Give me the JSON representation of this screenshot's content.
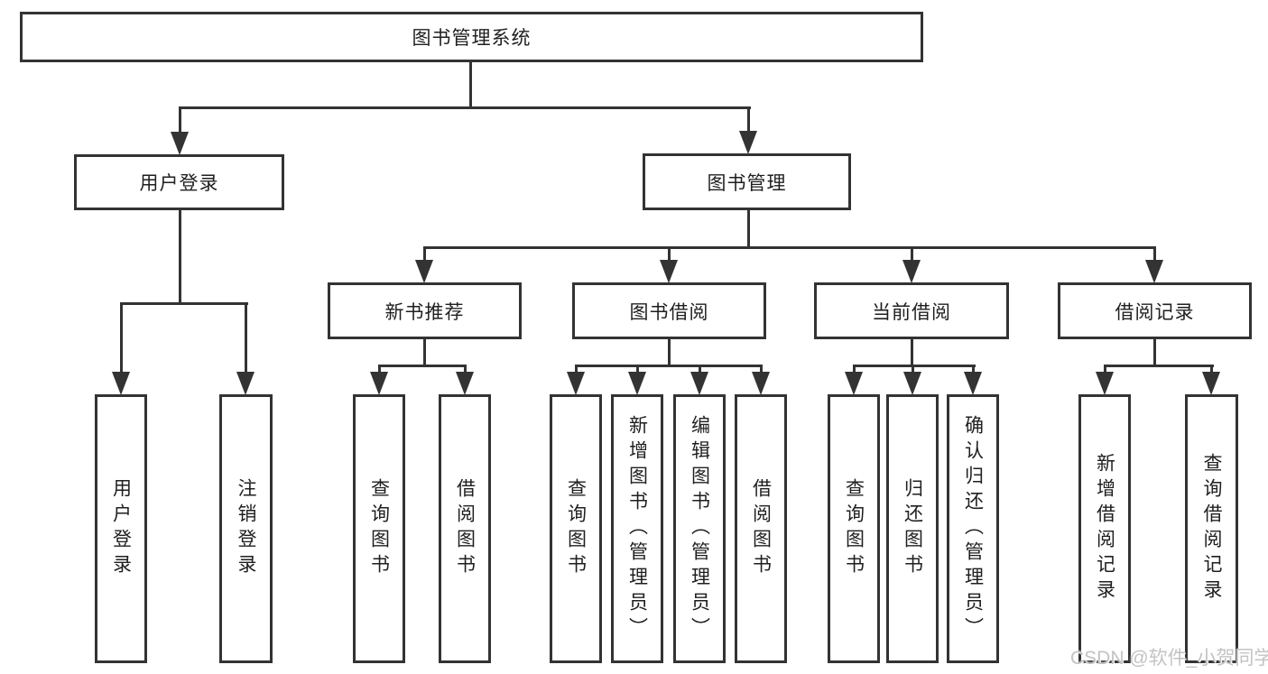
{
  "diagram_title": "图书管理系统",
  "tree": {
    "label": "图书管理系统",
    "children": [
      {
        "label": "用户登录",
        "children": [
          {
            "label": "用户登录"
          },
          {
            "label": "注销登录"
          }
        ]
      },
      {
        "label": "图书管理",
        "children": [
          {
            "label": "新书推荐",
            "children": [
              {
                "label": "查询图书"
              },
              {
                "label": "借阅图书"
              }
            ]
          },
          {
            "label": "图书借阅",
            "children": [
              {
                "label": "查询图书"
              },
              {
                "label": "新增图书（管理员）"
              },
              {
                "label": "编辑图书（管理员）"
              },
              {
                "label": "借阅图书"
              }
            ]
          },
          {
            "label": "当前借阅",
            "children": [
              {
                "label": "查询图书"
              },
              {
                "label": "归还图书"
              },
              {
                "label": "确认归还（管理员）"
              }
            ]
          },
          {
            "label": "借阅记录",
            "children": [
              {
                "label": "新增借阅记录"
              },
              {
                "label": "查询借阅记录"
              }
            ]
          }
        ]
      }
    ]
  },
  "watermark": {
    "text": "CSDN @软件_小贺同学"
  },
  "colors": {
    "line": "#333333",
    "text": "#1f1f1f",
    "watermark": "#c3c3c3",
    "background": "#ffffff"
  }
}
